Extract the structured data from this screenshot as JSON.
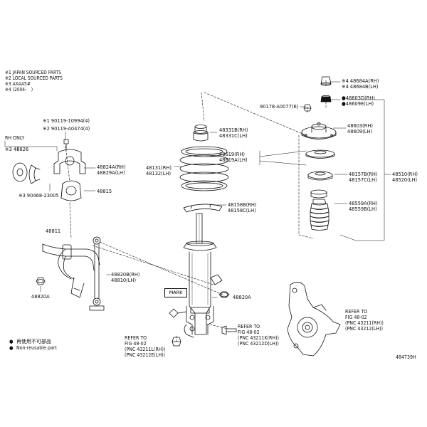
{
  "notes": [
    "※1 JAPAN SOURCED PARTS",
    "※2 LOCAL SOURCED PARTS",
    "※3 AXAA5#",
    "※4 (2004-　)"
  ],
  "rh_only": "RH ONLY",
  "part_labels": {
    "p48684": [
      "※4 48684A(RH)",
      "※4 48684B(LH)"
    ],
    "p48603": [
      "●48603D(RH)",
      "●48609E(LH)"
    ],
    "p90178": "90178-A0077(6)",
    "p90119": [
      "※1 90119-10994(4)",
      "※2 90119-A0474(4)"
    ],
    "p48826": "※3 48826",
    "p48331": [
      "48331B(RH)",
      "48331C(LH)"
    ],
    "p48603b": [
      "48603(RH)",
      "48609(LH)"
    ],
    "p48619": [
      "48619(RH)",
      "48619A(LH)"
    ],
    "p48131": [
      "48131(RH)",
      "48132(LH)"
    ],
    "p48824": [
      "48824A(RH)",
      "48829A(LH)"
    ],
    "p48157": [
      "48157B(RH)",
      "48157C(LH)"
    ],
    "p48510": [
      "48510(RH)",
      "48520(LH)"
    ],
    "p90468": "※3 90468-23005",
    "p48815": "48815",
    "p48559": [
      "48559A(RH)",
      "48559B(LH)"
    ],
    "p48158": [
      "48158B(RH)",
      "48158C(LH)"
    ],
    "p48811": "48811",
    "p48820b": [
      "48820B(RH)",
      "48810(LH)"
    ],
    "p48820a_left": "48820A",
    "p48820a_mid": "48820A",
    "mark": "MARK",
    "ref_right": [
      "REFER TO",
      "FIG 48-02",
      "(PNC 43211(RH))",
      "(PNC 43212(LH))"
    ],
    "ref_mid": [
      "REFER TO",
      "FIG 48-02",
      "(PNC 43211K(RH))",
      "(PNC 43212D(LH))"
    ],
    "ref_left": [
      "REFER TO",
      "FIG 48-02",
      "(PNC 43211L(RH))",
      "(PNC 43212E(LH))"
    ]
  },
  "legend": [
    {
      "symbol": "●",
      "text": "再使用不可部品"
    },
    {
      "symbol": "●",
      "text": "Non-reusable part"
    }
  ],
  "figure_id": "484739H"
}
